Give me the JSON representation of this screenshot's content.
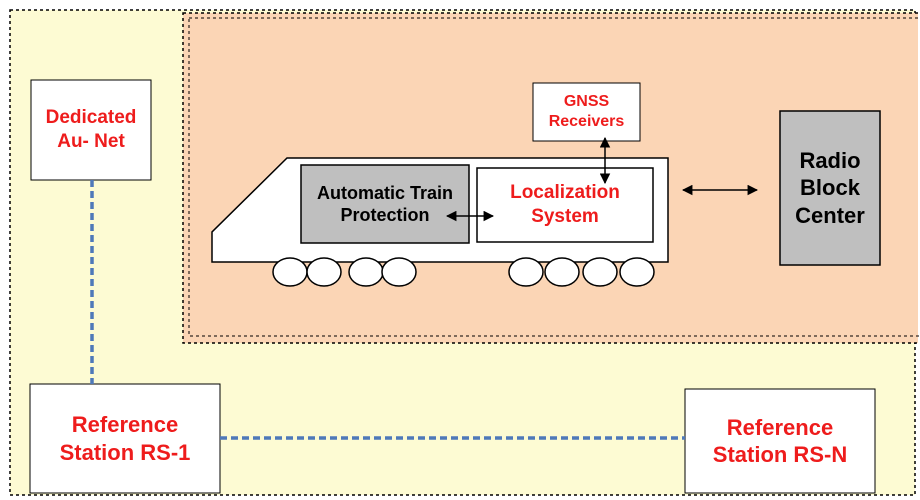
{
  "colors": {
    "outer_background": "#fdfbd3",
    "train_area_background": "#fbd5b5",
    "gray_box": "#bfbfbf",
    "label_red": "#ee1c1c",
    "dashed_link": "#4f79b9"
  },
  "nodes": {
    "au_net": "Dedicated\nAu- Net",
    "gnss": "GNSS\nReceivers",
    "atp": "Automatic Train\nProtection",
    "localization": "Localization\nSystem",
    "rbc": "Radio\nBlock\nCenter",
    "rs1": "Reference\nStation RS-1",
    "rsn": "Reference\nStation RS-N"
  }
}
